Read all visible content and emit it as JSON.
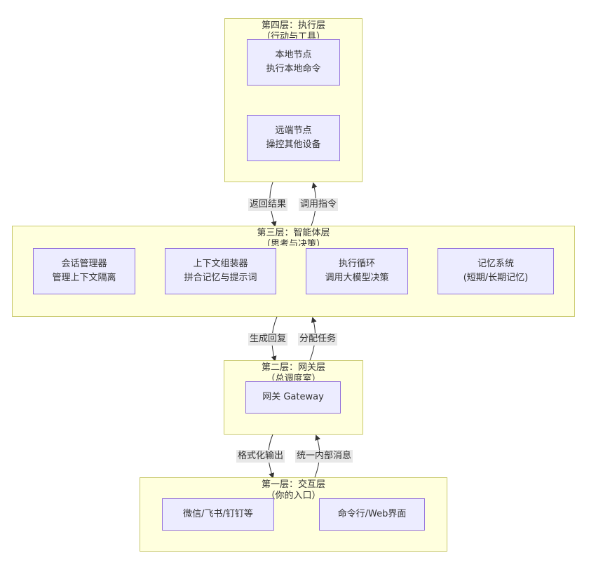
{
  "layers": {
    "exec": {
      "title": "第四层：执行层",
      "subtitle": "（行动与工具）"
    },
    "agent": {
      "title": "第三层：智能体层",
      "subtitle": "（思考与决策）"
    },
    "gateway": {
      "title": "第二层：网关层",
      "subtitle": "（总调度室）"
    },
    "interact": {
      "title": "第一层：交互层",
      "subtitle": "（你的入口）"
    }
  },
  "nodes": {
    "local": {
      "line1": "本地节点",
      "line2": "执行本地命令"
    },
    "remote": {
      "line1": "远端节点",
      "line2": "操控其他设备"
    },
    "session": {
      "line1": "会话管理器",
      "line2": "管理上下文隔离"
    },
    "context": {
      "line1": "上下文组装器",
      "line2": "拼合记忆与提示词"
    },
    "loop": {
      "line1": "执行循环",
      "line2": "调用大模型决策"
    },
    "memory": {
      "line1": "记忆系统",
      "line2": "(短期/长期记忆)"
    },
    "gateway": {
      "line1": "网关 Gateway"
    },
    "im": {
      "line1": "微信/飞书/钉钉等"
    },
    "cli": {
      "line1": "命令行/Web界面"
    }
  },
  "edges": {
    "return_result": "返回结果",
    "call_command": "调用指令",
    "gen_reply": "生成回复",
    "assign_task": "分配任务",
    "format_output": "格式化输出",
    "unify_message": "统一内部消息"
  }
}
